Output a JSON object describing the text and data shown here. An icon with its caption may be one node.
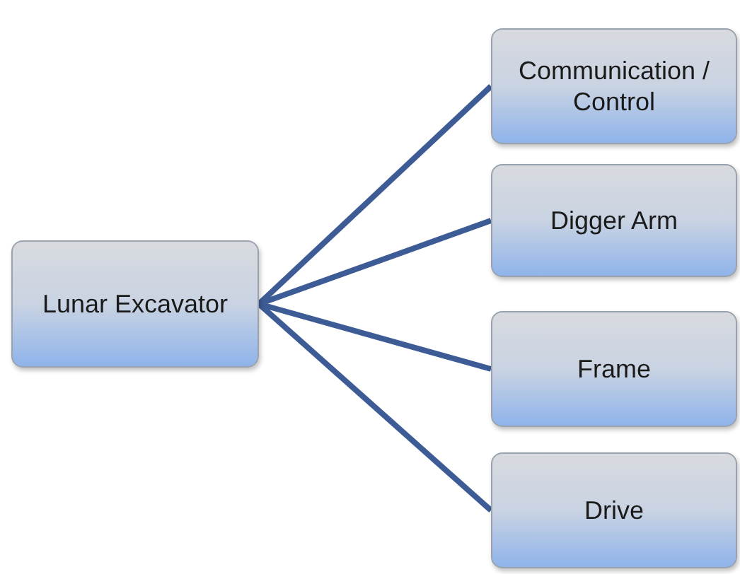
{
  "diagram": {
    "nodes": [
      {
        "text": [
          "Lunar Excavator"
        ]
      },
      {
        "text": [
          "Communication / Control"
        ]
      },
      {
        "text": [
          "Digger Arm"
        ]
      },
      {
        "text": [
          "Frame"
        ]
      },
      {
        "text": [
          "Drive"
        ]
      }
    ],
    "edges": [
      {
        "from": 0,
        "to": 1,
        "arrow": "none"
      },
      {
        "from": 0,
        "to": 2,
        "arrow": "none"
      },
      {
        "from": 0,
        "to": 3,
        "arrow": "none"
      },
      {
        "from": 0,
        "to": 4,
        "arrow": "none"
      }
    ]
  }
}
